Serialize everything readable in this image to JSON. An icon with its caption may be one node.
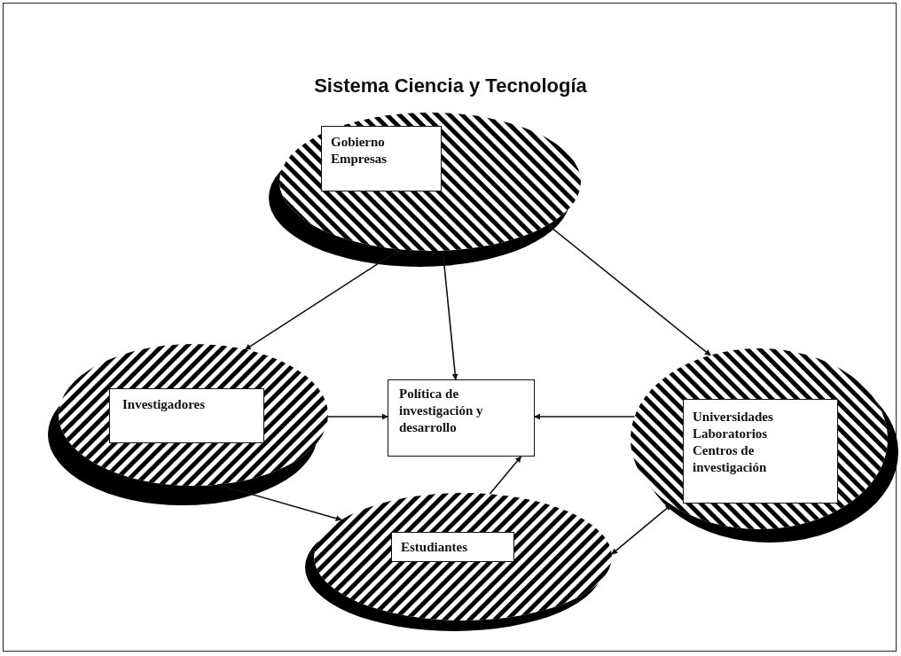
{
  "diagram": {
    "title": "Sistema Ciencia y Tecnología",
    "nodes": [
      {
        "text": [],
        "shape": "ellipse"
      },
      {
        "text": [
          "Gobierno",
          "Empresas"
        ],
        "in": 0
      },
      {
        "text": [],
        "shape": "ellipse"
      },
      {
        "text": [
          "Investigadores"
        ],
        "in": 2
      },
      {
        "text": [
          "Política de investigación y desarrollo"
        ]
      },
      {
        "text": [],
        "shape": "ellipse"
      },
      {
        "text": [
          "Universidades",
          "Laboratorios",
          "Centros de investigación"
        ],
        "in": 5
      },
      {
        "text": [],
        "shape": "ellipse"
      },
      {
        "text": [
          "Estudiantes"
        ],
        "in": 7
      }
    ],
    "edges": [
      {
        "from": 0,
        "to": 4,
        "arrow": "to"
      },
      {
        "from": 2,
        "to": 4,
        "arrow": "to"
      },
      {
        "from": 5,
        "to": 4,
        "arrow": "to"
      },
      {
        "from": 7,
        "to": 4,
        "arrow": "to"
      },
      {
        "from": 2,
        "to": 0,
        "arrow": "both"
      },
      {
        "from": 0,
        "to": 5,
        "arrow": "both"
      },
      {
        "from": 2,
        "to": 7,
        "arrow": "both"
      },
      {
        "from": 7,
        "to": 5,
        "arrow": "both"
      }
    ]
  }
}
